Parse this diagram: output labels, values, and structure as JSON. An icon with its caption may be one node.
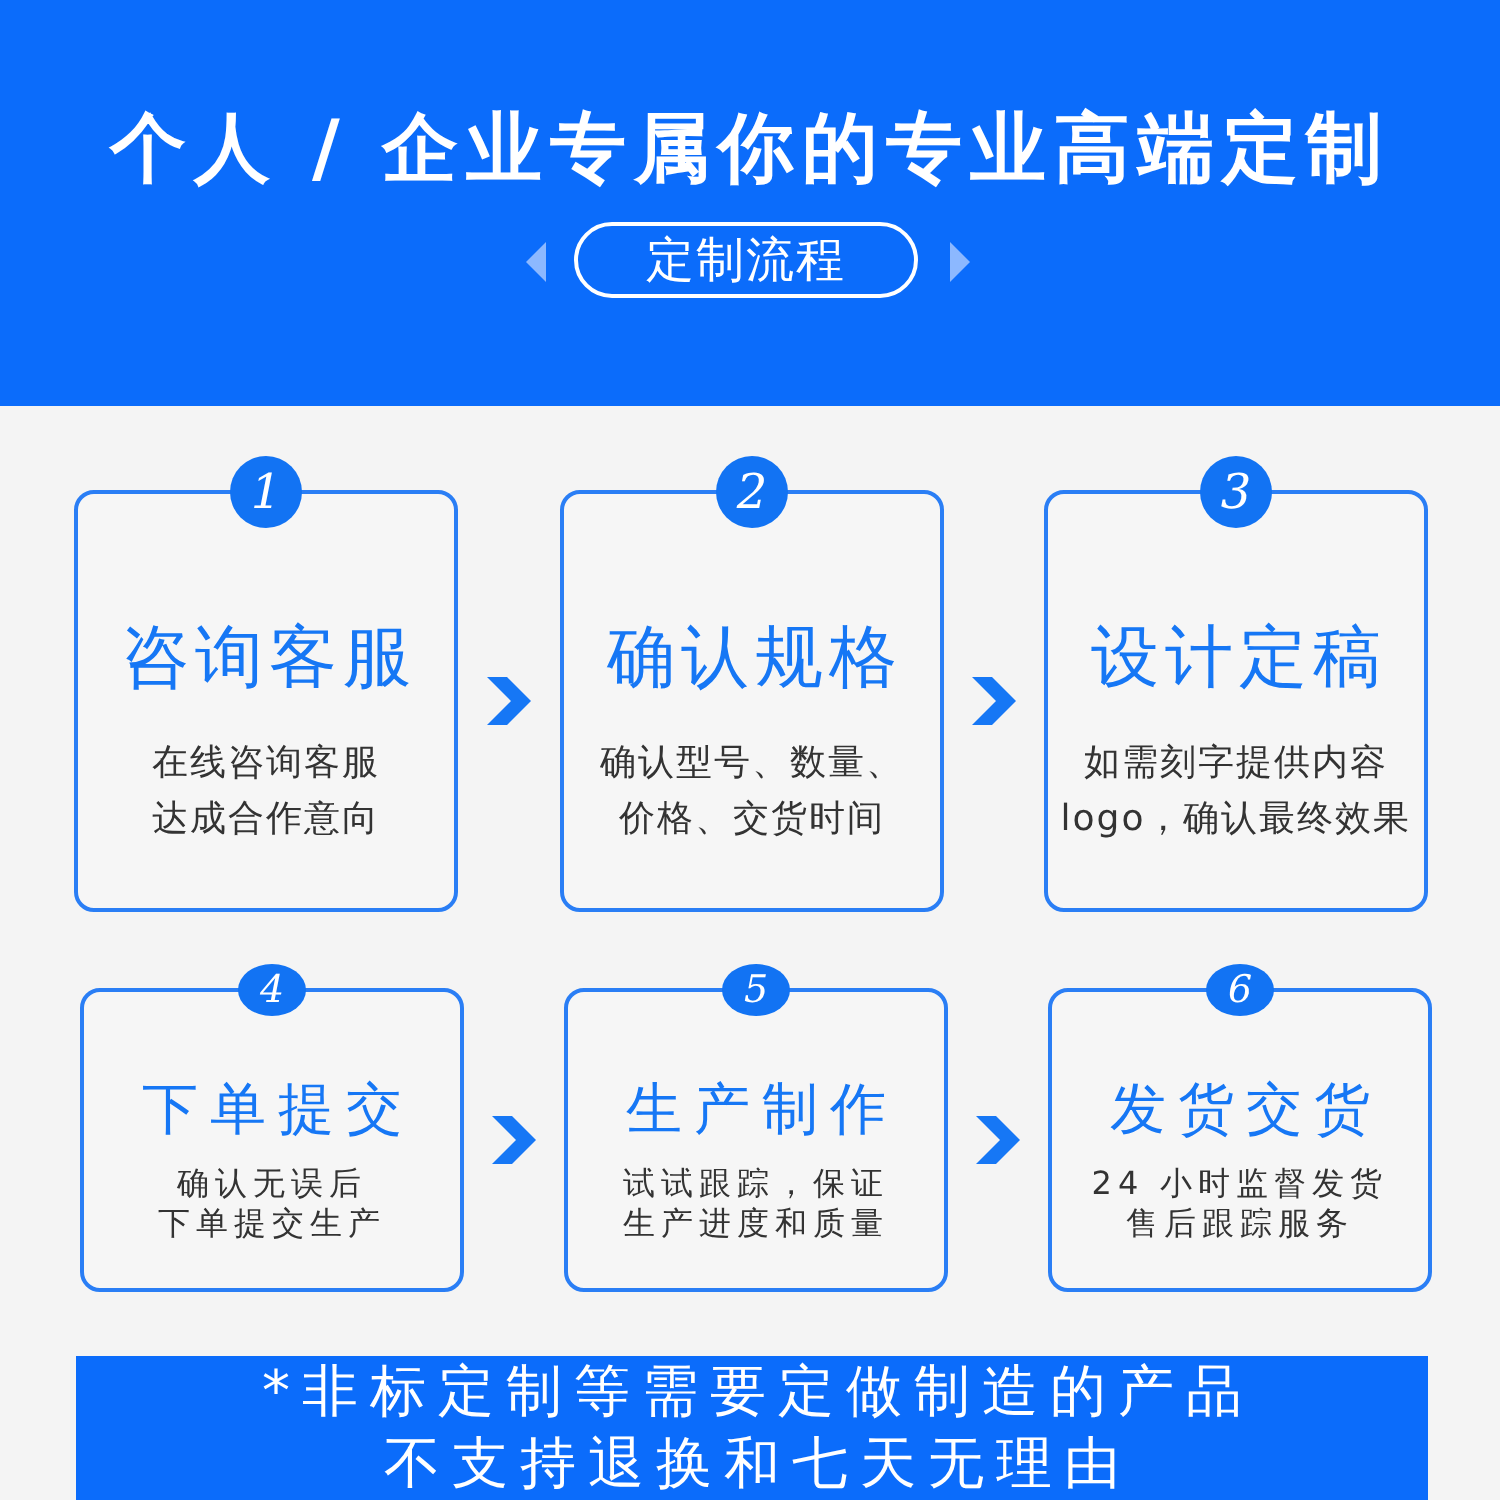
{
  "diagram": {
    "title": "个人 / 企业专属你的专业高端定制",
    "nodes": [
      {
        "text": [
          "定制流程"
        ]
      },
      {
        "text": [
          "1",
          "咨询客服",
          "在线咨询客服达成合作意向"
        ]
      },
      {
        "text": [
          "2",
          "确认规格",
          "确认型号、数量、价格、交货时间"
        ]
      },
      {
        "text": [
          "3",
          "设计定稿",
          "如需刻字提供内容logo，确认最终效果"
        ]
      },
      {
        "text": [
          "4",
          "下单提交",
          "确认无误后下单提交生产"
        ]
      },
      {
        "text": [
          "5",
          "生产制作",
          "试试跟踪，保证生产进度和质量"
        ]
      },
      {
        "text": [
          "6",
          "发货交货",
          "24 小时监督发货售后跟踪服务"
        ]
      },
      {
        "text": [
          "*非标定制等需要定做制造的产品不支持退换和七天无理由"
        ]
      }
    ],
    "edges": [
      {
        "from": 1,
        "to": 2,
        "arrow": "to"
      },
      {
        "from": 2,
        "to": 3,
        "arrow": "to"
      },
      {
        "from": 4,
        "to": 5,
        "arrow": "to"
      },
      {
        "from": 5,
        "to": 6,
        "arrow": "to"
      }
    ]
  }
}
